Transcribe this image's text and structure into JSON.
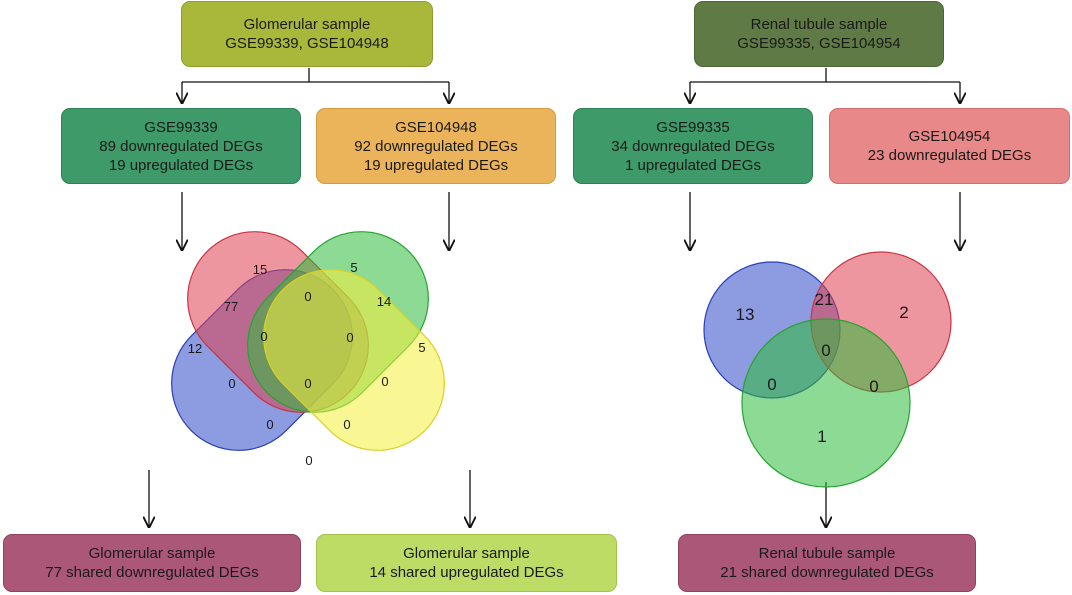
{
  "glomerular": {
    "header": {
      "line1": "Glomerular sample",
      "line2": "GSE99339, GSE104948"
    },
    "dataset_a": {
      "line1": "GSE99339",
      "line2": "89 downregulated DEGs",
      "line3": "19 upregulated DEGs"
    },
    "dataset_b": {
      "line1": "GSE104948",
      "line2": "92 downregulated DEGs",
      "line3": "19 upregulated DEGs"
    },
    "venn": {
      "red_only": "15",
      "green_only": "5",
      "blue_only": "12",
      "yellow_only": "5",
      "blue_red": "77",
      "red_green": "0",
      "green_yellow": "14",
      "blue_red_green": "0",
      "red_green_yellow": "0",
      "blue_green": "0",
      "red_yellow": "0",
      "all_four": "0",
      "blue_green_yellow": "0",
      "blue_red_yellow": "0",
      "blue_yellow": "0"
    },
    "result_down": {
      "line1": "Glomerular sample",
      "line2": "77 shared downregulated DEGs"
    },
    "result_up": {
      "line1": "Glomerular sample",
      "line2": "14 shared upregulated DEGs"
    }
  },
  "renal": {
    "header": {
      "line1": "Renal tubule sample",
      "line2": "GSE99335, GSE104954"
    },
    "dataset_a": {
      "line1": "GSE99335",
      "line2": "34 downregulated DEGs",
      "line3": "1 upregulated DEGs"
    },
    "dataset_b": {
      "line1": "GSE104954",
      "line2": "23 downregulated DEGs"
    },
    "venn": {
      "blue_only": "13",
      "blue_red": "21",
      "red_only": "2",
      "center": "0",
      "blue_green": "0",
      "red_green": "0",
      "green_only": "1"
    },
    "result_down": {
      "line1": "Renal tubule sample",
      "line2": "21 shared downregulated DEGs"
    }
  },
  "colors": {
    "glom_header": "#a9b83a",
    "renal_header": "#5f7a45",
    "dataset_green": "#3f9a6a",
    "dataset_orange": "#ebb45a",
    "dataset_pink": "#e88888",
    "result_maroon": "#ab5777",
    "result_lime": "#bcdc65"
  }
}
